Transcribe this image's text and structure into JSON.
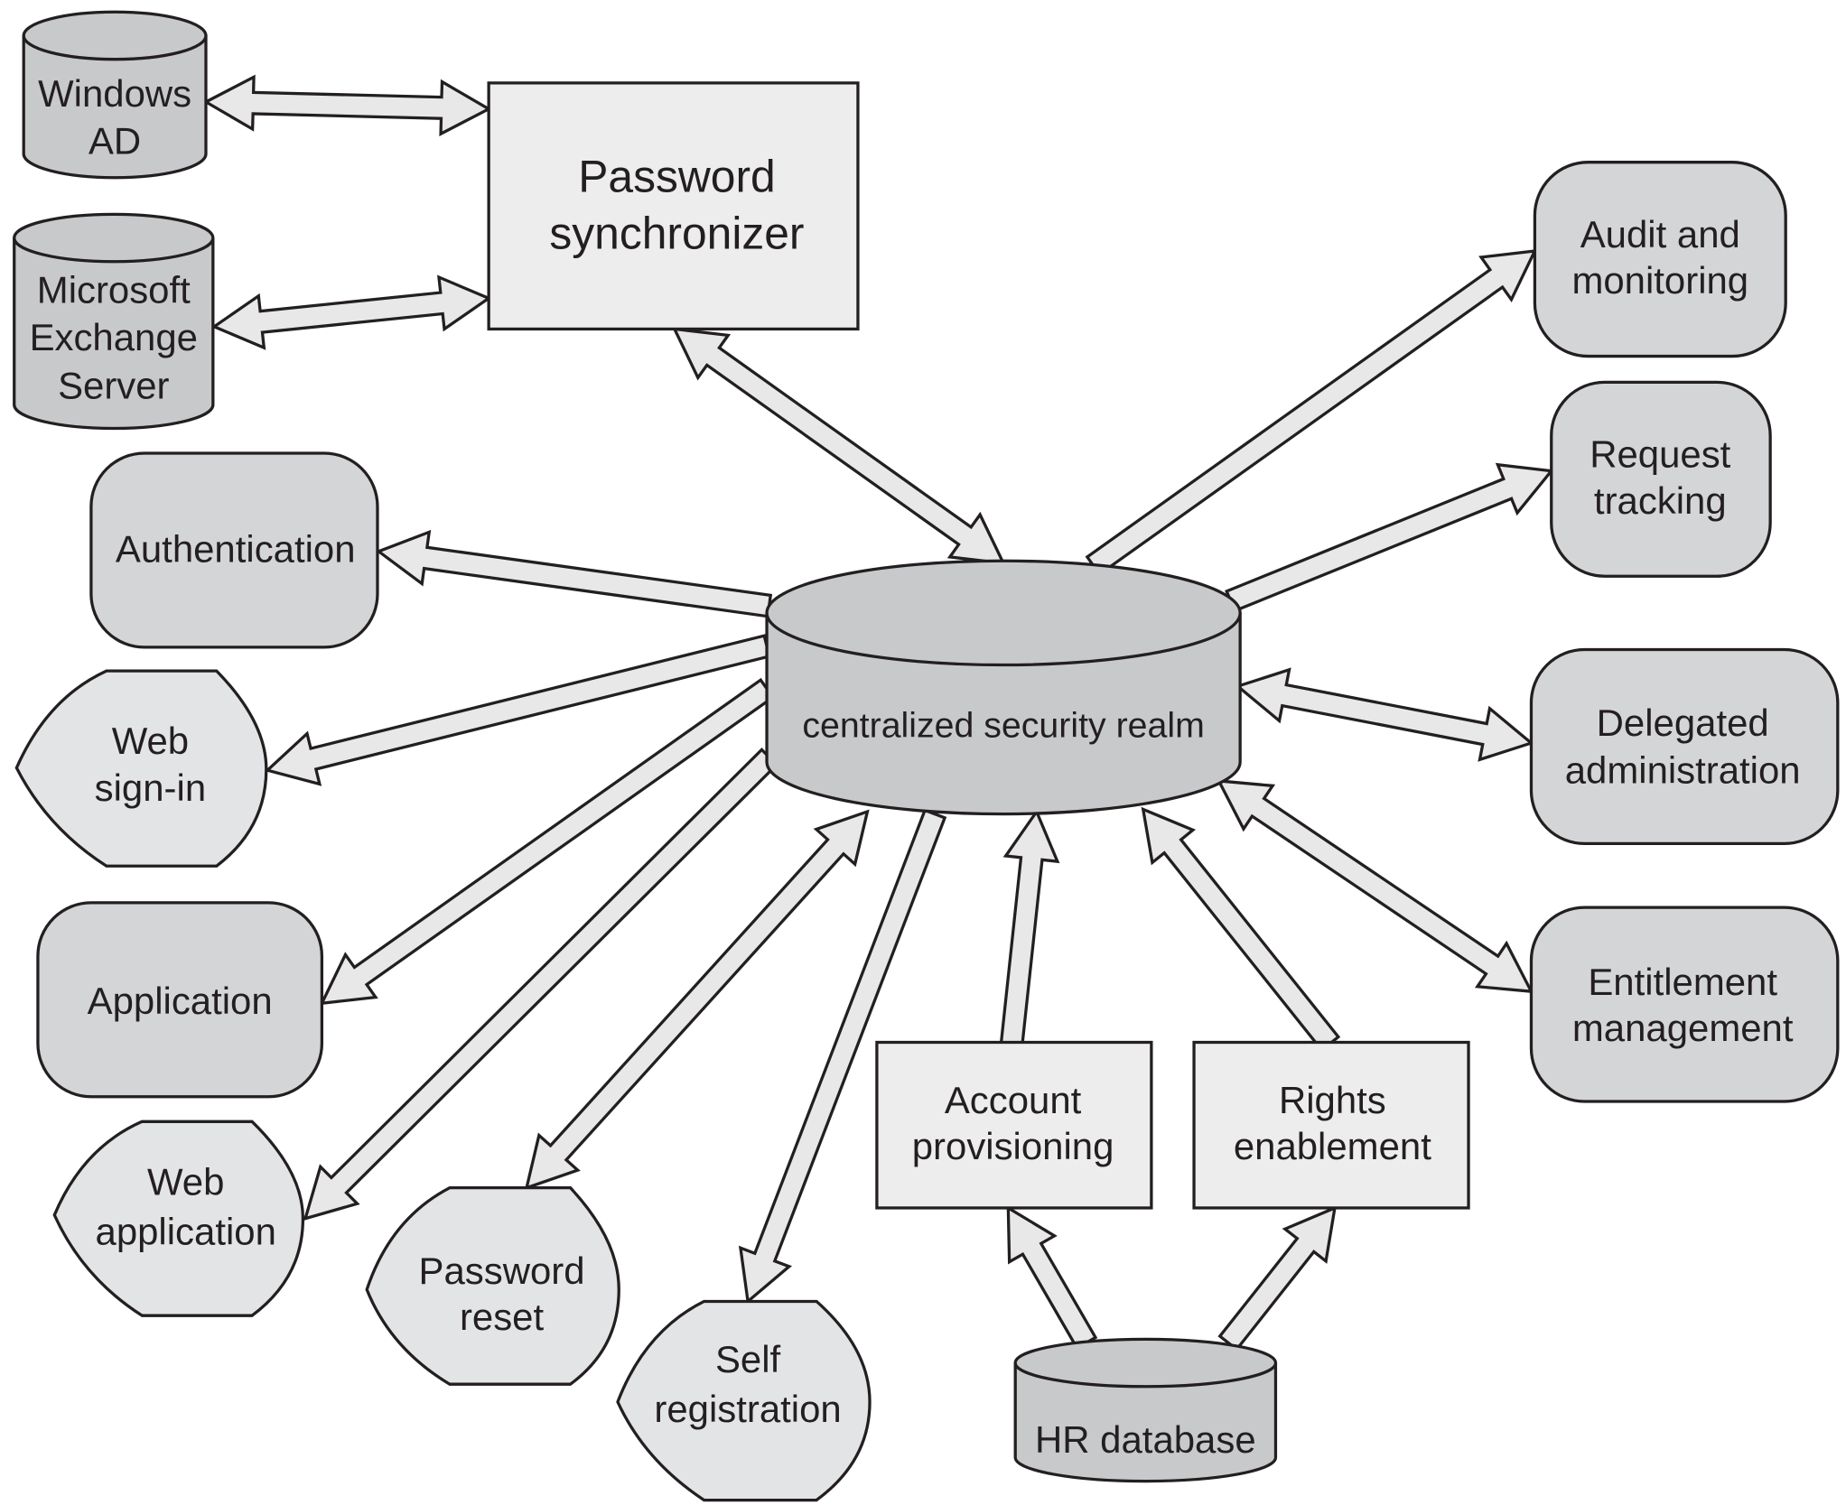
{
  "diagram": {
    "center": {
      "label": "centralized security realm"
    },
    "nodes": {
      "windows_ad": {
        "lines": [
          "Windows",
          "AD"
        ]
      },
      "exchange": {
        "lines": [
          "Microsoft",
          "Exchange",
          "Server"
        ]
      },
      "password_sync": {
        "lines": [
          "Password",
          "synchronizer"
        ]
      },
      "authentication": {
        "lines": [
          "Authentication"
        ]
      },
      "web_signin": {
        "lines": [
          "Web",
          "sign-in"
        ]
      },
      "application": {
        "lines": [
          "Application"
        ]
      },
      "web_application": {
        "lines": [
          "Web",
          "application"
        ]
      },
      "password_reset": {
        "lines": [
          "Password",
          "reset"
        ]
      },
      "self_registration": {
        "lines": [
          "Self",
          "registration"
        ]
      },
      "account_provisioning": {
        "lines": [
          "Account",
          "provisioning"
        ]
      },
      "rights_enablement": {
        "lines": [
          "Rights",
          "enablement"
        ]
      },
      "hr_database": {
        "lines": [
          "HR database"
        ]
      },
      "audit": {
        "lines": [
          "Audit and",
          "monitoring"
        ]
      },
      "request_tracking": {
        "lines": [
          "Request",
          "tracking"
        ]
      },
      "delegated_admin": {
        "lines": [
          "Delegated",
          "administration"
        ]
      },
      "entitlement": {
        "lines": [
          "Entitlement",
          "management"
        ]
      }
    },
    "connections": [
      {
        "from": "windows_ad",
        "to": "password_sync",
        "direction": "both"
      },
      {
        "from": "exchange",
        "to": "password_sync",
        "direction": "both"
      },
      {
        "from": "password_sync",
        "to": "center",
        "direction": "both"
      },
      {
        "from": "center",
        "to": "authentication",
        "direction": "forward"
      },
      {
        "from": "center",
        "to": "web_signin",
        "direction": "forward"
      },
      {
        "from": "center",
        "to": "application",
        "direction": "forward"
      },
      {
        "from": "center",
        "to": "web_application",
        "direction": "forward"
      },
      {
        "from": "password_reset",
        "to": "center",
        "direction": "both"
      },
      {
        "from": "center",
        "to": "self_registration",
        "direction": "forward"
      },
      {
        "from": "account_provisioning",
        "to": "center",
        "direction": "forward"
      },
      {
        "from": "rights_enablement",
        "to": "center",
        "direction": "forward"
      },
      {
        "from": "hr_database",
        "to": "account_provisioning",
        "direction": "forward"
      },
      {
        "from": "hr_database",
        "to": "rights_enablement",
        "direction": "forward"
      },
      {
        "from": "center",
        "to": "audit",
        "direction": "forward"
      },
      {
        "from": "center",
        "to": "request_tracking",
        "direction": "forward"
      },
      {
        "from": "center",
        "to": "delegated_admin",
        "direction": "both"
      },
      {
        "from": "center",
        "to": "entitlement",
        "direction": "both"
      }
    ]
  }
}
